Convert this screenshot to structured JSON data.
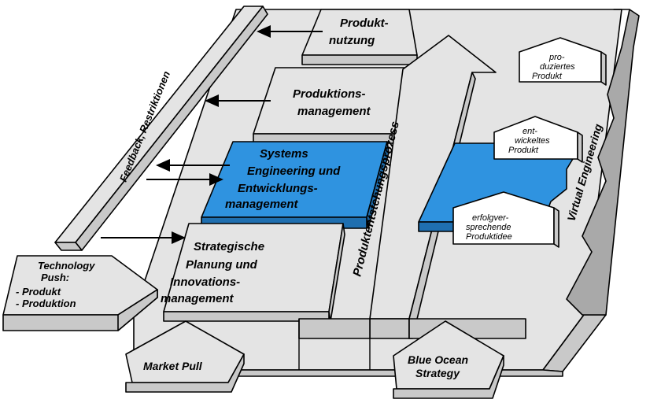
{
  "layers": {
    "produktnutzung": [
      "Produkt-",
      "nutzung"
    ],
    "produktionsmanagement": [
      "Produktions-",
      "management"
    ],
    "systems_engineering": [
      "Systems",
      "Engineering und",
      "Entwicklungs-",
      "management"
    ],
    "strategische_planung": [
      "Strategische",
      "Planung und",
      "Innovations-",
      "management"
    ]
  },
  "side_labels": {
    "feedback": "Feedback, Restriktionen",
    "produktentstehung": "Produktentstehungsprozess",
    "virtual_engineering": "Virtual Engineering"
  },
  "technology_push": [
    "Technology",
    "Push:",
    "- Produkt",
    "- Produktion"
  ],
  "inputs": {
    "market_pull": "Market Pull",
    "blue_ocean": [
      "Blue Ocean",
      "Strategy"
    ]
  },
  "products": {
    "produziertes": [
      "pro-",
      "duziertes",
      "Produkt"
    ],
    "entwickeltes": [
      "ent-",
      "wickeltes",
      "Produkt"
    ],
    "erfolgversprechende": [
      "erfolgver-",
      "sprechende",
      "Produktidee"
    ]
  },
  "colors": {
    "highlight": "#2f93e0",
    "highlight_side": "#1f6fb0",
    "panel": "#e4e4e4",
    "panel_side": "#c9c9c9"
  }
}
